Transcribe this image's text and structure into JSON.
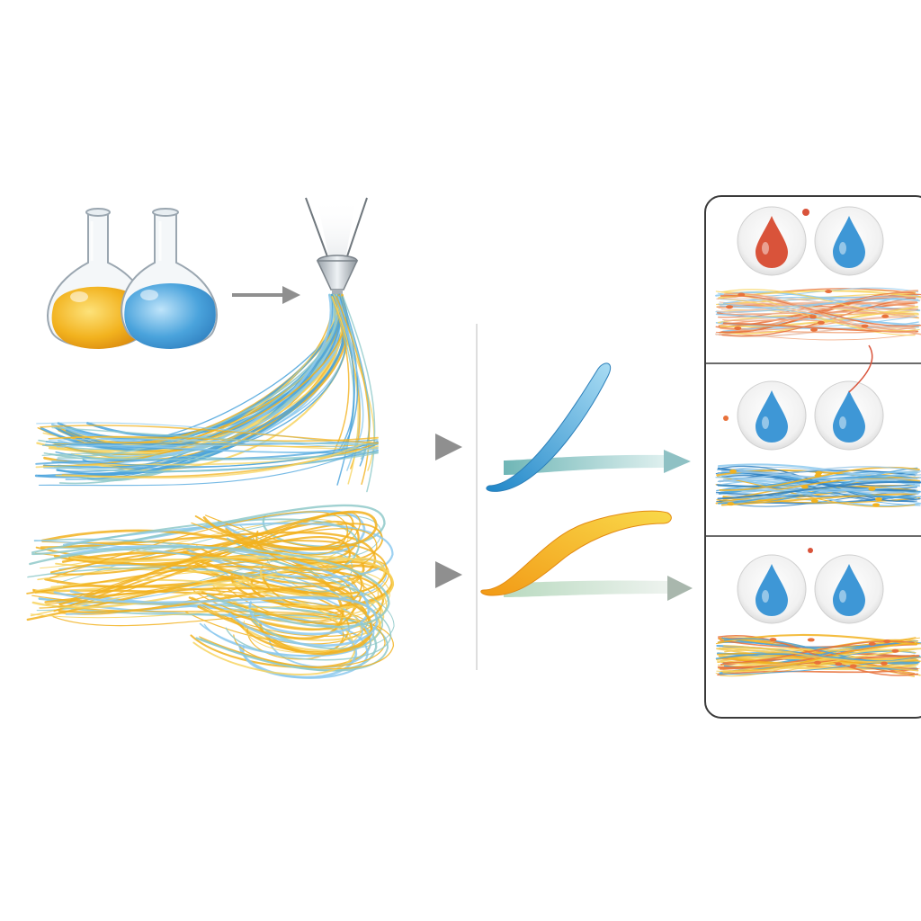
{
  "colors": {
    "yellow": "#f2b21e",
    "yellow_light": "#f7d460",
    "blue": "#4aa3dc",
    "blue_light": "#8cc9ee",
    "teal": "#8fc9c9",
    "orange": "#e8713a",
    "red_drop": "#d9533a",
    "blue_drop": "#3e97d6",
    "arrow_gray": "#9a9a9a",
    "panel_border": "#3a3a3a",
    "glass": "#cfd6dc"
  },
  "icons": [
    "flask-icon",
    "spinneret-nozzle-icon",
    "arrow-right-icon",
    "water-droplet-icon",
    "oil-droplet-icon",
    "fiber-bundle-icon"
  ],
  "flows": {
    "upper_source": "mixed-fibers",
    "lower_source": "yellow-fibers",
    "upper_mid_colors": [
      "blue",
      "teal"
    ],
    "lower_mid_colors": [
      "yellow",
      "teal"
    ]
  },
  "panels": [
    {
      "drop_left": "red_drop",
      "drop_right": "blue_drop",
      "mat": "orange-mixed"
    },
    {
      "drop_left": "blue_drop",
      "drop_right": "blue_drop",
      "mat": "blue-mixed"
    },
    {
      "drop_left": "blue_drop",
      "drop_right": "blue_drop",
      "mat": "yellow-mixed"
    }
  ]
}
